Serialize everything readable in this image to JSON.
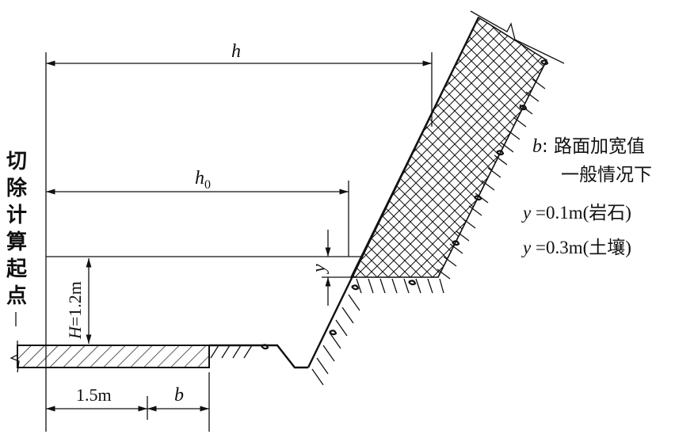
{
  "dimensions": {
    "h_label": "h",
    "h0_label": "h",
    "h0_sub": "0",
    "y_label": "y",
    "H_label": "H=1.2m",
    "width_label": "1.5m",
    "b_label": "b"
  },
  "side_label": [
    "切",
    "除",
    "计",
    "算",
    "起",
    "点"
  ],
  "legend": {
    "b_var": "b",
    "b_desc": ": 路面加宽值",
    "general": "一般情况下",
    "rock_var": "y",
    "rock_value": " =0.1m(岩石)",
    "soil_var": "y",
    "soil_value": " =0.3m(土壤)"
  }
}
